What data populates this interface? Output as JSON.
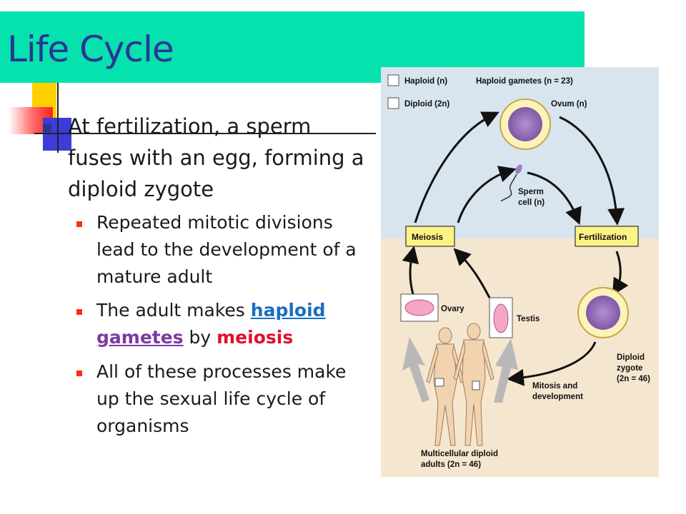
{
  "slide": {
    "title": "Life Cycle",
    "main_bullet": "At fertilization, a sperm fuses with an egg, forming a diploid zygote",
    "sub_bullets": {
      "b1": "Repeated mitotic divisions lead to the development of a mature adult",
      "b2_pre": "The adult makes ",
      "b2_link1": "haploid",
      "b2_link2": "gametes",
      "b2_mid": " by ",
      "b2_emph": "meiosis",
      "b3": "All of these processes make up the sexual life cycle of organisms"
    }
  },
  "diagram": {
    "legend_haploid": "Haploid (n)",
    "legend_diploid": "Diploid (2n)",
    "haploid_gametes": "Haploid gametes (n = 23)",
    "ovum": "Ovum (n)",
    "sperm_line1": "Sperm",
    "sperm_line2": "cell (n)",
    "meiosis": "Meiosis",
    "fertilization": "Fertilization",
    "ovary": "Ovary",
    "testis": "Testis",
    "zygote_line1": "Diploid",
    "zygote_line2": "zygote",
    "zygote_line3": "(2n = 46)",
    "mitosis_line1": "Mitosis and",
    "mitosis_line2": "development",
    "adults_line1": "Multicellular diploid",
    "adults_line2": "adults (2n = 46)"
  },
  "colors": {
    "title_bar": "#06e2ad",
    "title_text": "#2b3594",
    "haploid_region": "#d8e4ee",
    "diploid_region": "#f5e6cf",
    "box_fill": "#fdf383",
    "link": "#1b6ec2",
    "emphasis": "#e0102a"
  }
}
